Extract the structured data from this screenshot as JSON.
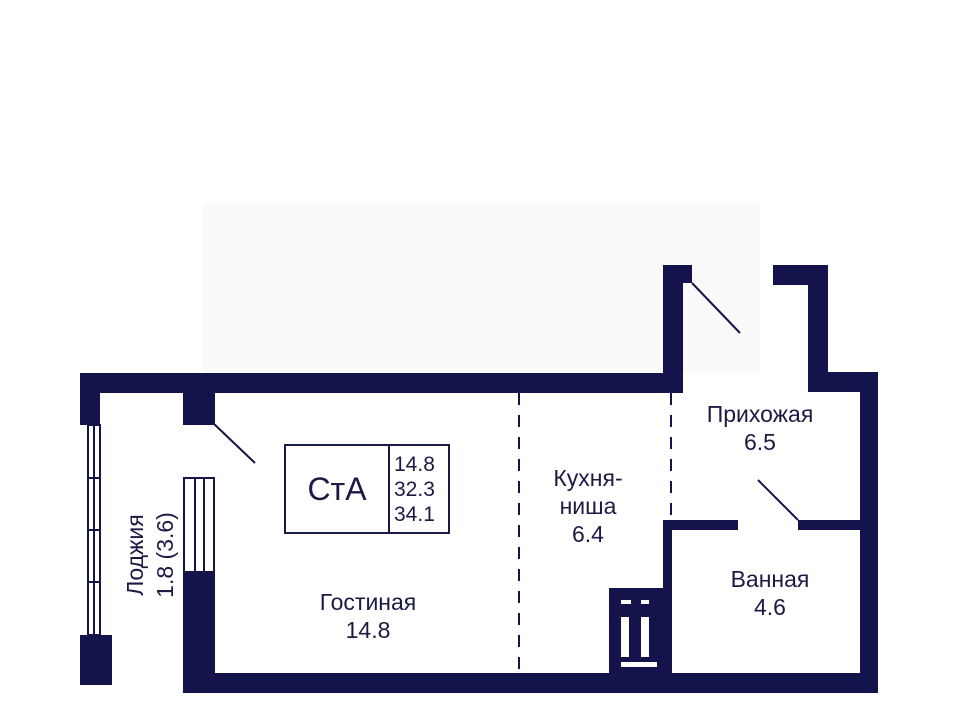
{
  "colors": {
    "wall": "#15134b",
    "text": "#1b1a45"
  },
  "apartment": {
    "type_code": "СтА",
    "areas": [
      "14.8",
      "32.3",
      "34.1"
    ]
  },
  "rooms": [
    {
      "name": "Лоджия",
      "area": "1.8 (3.6)"
    },
    {
      "name": "Гостиная",
      "area": "14.8"
    },
    {
      "name": "Кухня-",
      "name2": "ниша",
      "area": "6.4"
    },
    {
      "name": "Прихожая",
      "area": "6.5"
    },
    {
      "name": "Ванная",
      "area": "4.6"
    }
  ]
}
